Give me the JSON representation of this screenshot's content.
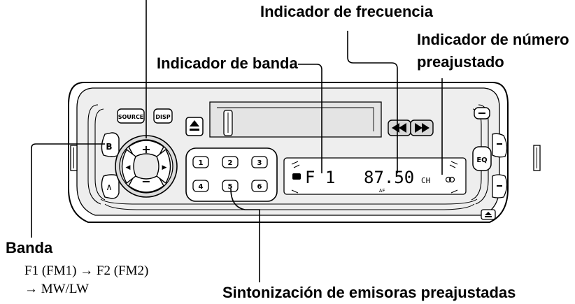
{
  "labels": {
    "frequency_indicator": "Indicador de frecuencia",
    "preset_number_indicator_line1": "Indicador de número",
    "preset_number_indicator_line2": "preajustado",
    "band_indicator": "Indicador de banda",
    "band": "Banda",
    "band_cycle_line1": "F1 (FM1) → F2 (FM2)",
    "band_cycle_line2": "→ MW/LW",
    "preset_tuning": "Sintonización de emisoras preajustadas"
  },
  "buttons": {
    "source": "SOURCE",
    "disp": "DISP",
    "eq": "EQ",
    "band": "B",
    "up": "+",
    "down": "−",
    "left": "◀",
    "right": "▶",
    "presets": [
      "1",
      "2",
      "3",
      "4",
      "5",
      "6"
    ]
  },
  "display": {
    "band": "F 1",
    "frequency": "87.50",
    "ch": "CH",
    "af": "AF"
  }
}
